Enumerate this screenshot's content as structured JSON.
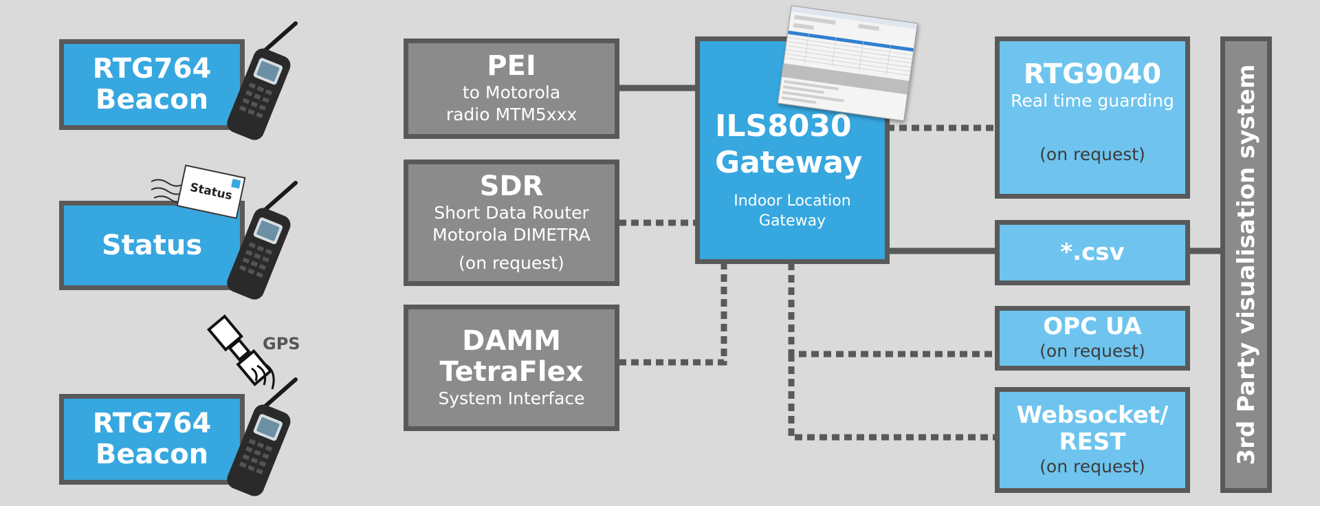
{
  "devices": {
    "beacon_top": {
      "line1": "RTG764",
      "line2": "Beacon"
    },
    "status": {
      "label": "Status",
      "tag_label": "Status"
    },
    "beacon_bottom": {
      "line1": "RTG764",
      "line2": "Beacon"
    },
    "gps_label": "GPS"
  },
  "interfaces": {
    "pei": {
      "title": "PEI",
      "line1": "to Motorola",
      "line2": "radio MTM5xxx"
    },
    "sdr": {
      "title": "SDR",
      "line1": "Short Data Router",
      "line2": "Motorola DIMETRA",
      "line3": "(on request)"
    },
    "damm": {
      "title1": "DAMM",
      "title2": "TetraFlex",
      "line1": "System Interface"
    }
  },
  "gateway": {
    "title1": "ILS8030",
    "title2": "Gateway",
    "subtitle": "Indoor Location Gateway"
  },
  "outputs": {
    "rtg9040": {
      "title": "RTG9040",
      "line1": "Real  time guarding",
      "line2": "(on request)"
    },
    "csv": {
      "title": "*.csv"
    },
    "opcua": {
      "title": "OPC UA",
      "line1": "(on request)"
    },
    "websocket": {
      "title1": "Websocket/",
      "title2": "REST",
      "line1": "(on request)"
    }
  },
  "visualisation": {
    "label": "3rd Party visualisation system"
  },
  "colors": {
    "background": "#d9dad9",
    "border": "#595959",
    "blue": "#37a7df",
    "light_blue": "#6ec4ee",
    "grey": "#8b8b8b"
  }
}
